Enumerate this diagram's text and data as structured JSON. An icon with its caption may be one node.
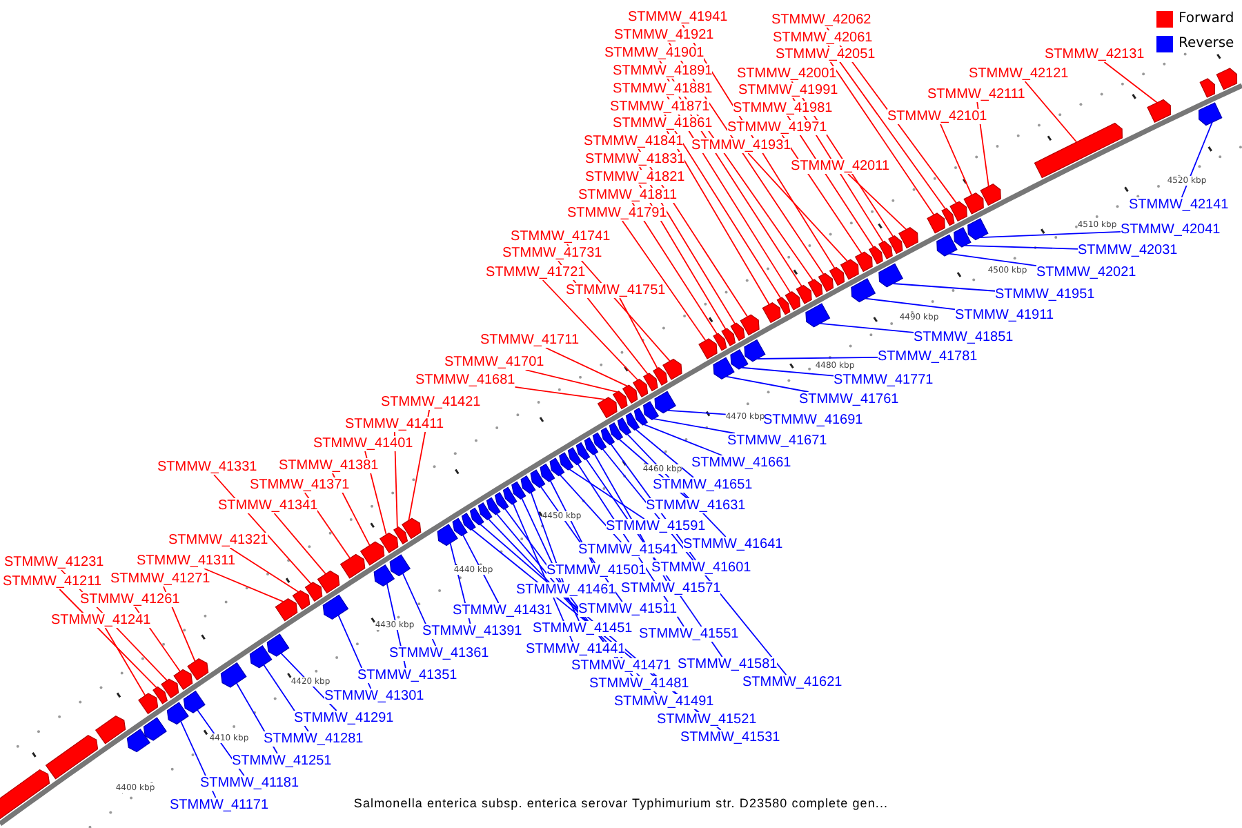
{
  "diagram": {
    "caption": "Salmonella enterica subsp. enterica serovar Typhimurium str. D23580 complete gen...",
    "nodes": [
      {
        "text": [
          "STMMW_41941"
        ]
      },
      {
        "text": [
          "STMMW_42062"
        ]
      },
      {
        "text": [
          "STMMW_41921"
        ]
      },
      {
        "text": [
          "STMMW_42061"
        ]
      },
      {
        "text": [
          "STMMW_41901"
        ]
      },
      {
        "text": [
          "STMMW_42131"
        ]
      },
      {
        "text": [
          "STMMW_42051"
        ]
      },
      {
        "text": [
          "STMMW_41891"
        ]
      },
      {
        "text": [
          "STMMW_42001"
        ]
      },
      {
        "text": [
          "STMMW_42121"
        ]
      },
      {
        "text": [
          "STMMW_41881"
        ]
      },
      {
        "text": [
          "STMMW_41991"
        ]
      },
      {
        "text": [
          "STMMW_42111"
        ]
      },
      {
        "text": [
          "STMMW_41871"
        ]
      },
      {
        "text": [
          "STMMW_41981"
        ]
      },
      {
        "text": [
          "STMMW_42101"
        ]
      },
      {
        "text": [
          "STMMW_41861"
        ]
      },
      {
        "text": [
          "STMMW_41971"
        ]
      },
      {
        "text": [
          "STMMW_41841"
        ]
      },
      {
        "text": [
          "STMMW_41931"
        ]
      },
      {
        "text": [
          "STMMW_41831"
        ]
      },
      {
        "text": [
          "STMMW_42011"
        ]
      },
      {
        "text": [
          "STMMW_41821"
        ]
      },
      {
        "text": [
          "STMMW_41811"
        ]
      },
      {
        "text": [
          "STMMW_42141"
        ]
      },
      {
        "text": [
          "STMMW_41791"
        ]
      },
      {
        "text": [
          "STMMW_42041"
        ]
      },
      {
        "text": [
          "STMMW_41741"
        ]
      },
      {
        "text": [
          "STMMW_42031"
        ]
      },
      {
        "text": [
          "STMMW_41731"
        ]
      },
      {
        "text": [
          "STMMW_42021"
        ]
      },
      {
        "text": [
          "STMMW_41721"
        ]
      },
      {
        "text": [
          "STMMW_41751"
        ]
      },
      {
        "text": [
          "STMMW_41951"
        ]
      },
      {
        "text": [
          "STMMW_41911"
        ]
      },
      {
        "text": [
          "STMMW_41851"
        ]
      },
      {
        "text": [
          "STMMW_41711"
        ]
      },
      {
        "text": [
          "STMMW_41781"
        ]
      },
      {
        "text": [
          "STMMW_41701"
        ]
      },
      {
        "text": [
          "STMMW_41771"
        ]
      },
      {
        "text": [
          "STMMW_41681"
        ]
      },
      {
        "text": [
          "STMMW_41761"
        ]
      },
      {
        "text": [
          "STMMW_41421"
        ]
      },
      {
        "text": [
          "STMMW_41691"
        ]
      },
      {
        "text": [
          "STMMW_41411"
        ]
      },
      {
        "text": [
          "STMMW_41671"
        ]
      },
      {
        "text": [
          "STMMW_41401"
        ]
      },
      {
        "text": [
          "STMMW_41661"
        ]
      },
      {
        "text": [
          "STMMW_41381"
        ]
      },
      {
        "text": [
          "STMMW_41331"
        ]
      },
      {
        "text": [
          "STMMW_41651"
        ]
      },
      {
        "text": [
          "STMMW_41371"
        ]
      },
      {
        "text": [
          "STMMW_41341"
        ]
      },
      {
        "text": [
          "STMMW_41631"
        ]
      },
      {
        "text": [
          "STMMW_41591"
        ]
      },
      {
        "text": [
          "STMMW_41321"
        ]
      },
      {
        "text": [
          "STMMW_41641"
        ]
      },
      {
        "text": [
          "STMMW_41541"
        ]
      },
      {
        "text": [
          "STMMW_41311"
        ]
      },
      {
        "text": [
          "STMMW_41231"
        ]
      },
      {
        "text": [
          "STMMW_41601"
        ]
      },
      {
        "text": [
          "STMMW_41501"
        ]
      },
      {
        "text": [
          "STMMW_41271"
        ]
      },
      {
        "text": [
          "STMMW_41211"
        ]
      },
      {
        "text": [
          "STMMW_41571"
        ]
      },
      {
        "text": [
          "STMMW_41461"
        ]
      },
      {
        "text": [
          "STMMW_41261"
        ]
      },
      {
        "text": [
          "STMMW_41511"
        ]
      },
      {
        "text": [
          "STMMW_41431"
        ]
      },
      {
        "text": [
          "STMMW_41241"
        ]
      },
      {
        "text": [
          "STMMW_41451"
        ]
      },
      {
        "text": [
          "STMMW_41391"
        ]
      },
      {
        "text": [
          "STMMW_41551"
        ]
      },
      {
        "text": [
          "STMMW_41441"
        ]
      },
      {
        "text": [
          "STMMW_41361"
        ]
      },
      {
        "text": [
          "STMMW_41581"
        ]
      },
      {
        "text": [
          "STMMW_41471"
        ]
      },
      {
        "text": [
          "STMMW_41351"
        ]
      },
      {
        "text": [
          "STMMW_41481"
        ]
      },
      {
        "text": [
          "STMMW_41621"
        ]
      },
      {
        "text": [
          "STMMW_41301"
        ]
      },
      {
        "text": [
          "STMMW_41491"
        ]
      },
      {
        "text": [
          "STMMW_41291"
        ]
      },
      {
        "text": [
          "STMMW_41521"
        ]
      },
      {
        "text": [
          "STMMW_41531"
        ]
      },
      {
        "text": [
          "STMMW_41281"
        ]
      },
      {
        "text": [
          "STMMW_41251"
        ]
      },
      {
        "text": [
          "STMMW_41181"
        ]
      },
      {
        "text": [
          "STMMW_41171"
        ]
      },
      {
        "text": [],
        "shape": "pentagon"
      },
      {
        "text": [],
        "shape": "pentagon"
      },
      {
        "text": [],
        "shape": "pentagon"
      },
      {
        "text": [],
        "shape": "pentagon"
      },
      {
        "text": [],
        "shape": "pentagon"
      },
      {
        "text": [],
        "shape": "pentagon"
      },
      {
        "text": [],
        "shape": "pentagon"
      },
      {
        "text": [],
        "shape": "pentagon"
      },
      {
        "text": [],
        "shape": "pentagon"
      },
      {
        "text": [],
        "shape": "pentagon"
      },
      {
        "text": [],
        "shape": "pentagon"
      },
      {
        "text": [],
        "shape": "pentagon"
      },
      {
        "text": [],
        "shape": "pentagon"
      },
      {
        "text": [],
        "shape": "pentagon"
      },
      {
        "text": [],
        "shape": "pentagon"
      },
      {
        "text": [],
        "shape": "pentagon"
      },
      {
        "text": [],
        "shape": "pentagon"
      },
      {
        "text": [],
        "shape": "pentagon"
      },
      {
        "text": [],
        "shape": "pentagon"
      },
      {
        "text": [],
        "shape": "pentagon"
      },
      {
        "text": [],
        "shape": "pentagon"
      },
      {
        "text": [],
        "shape": "pentagon"
      },
      {
        "text": [],
        "shape": "pentagon"
      },
      {
        "text": [],
        "shape": "pentagon"
      },
      {
        "text": [],
        "shape": "pentagon"
      },
      {
        "text": [],
        "shape": "pentagon"
      },
      {
        "text": [],
        "shape": "pentagon"
      },
      {
        "text": [],
        "shape": "pentagon"
      },
      {
        "text": [],
        "shape": "pentagon"
      },
      {
        "text": [],
        "shape": "pentagon"
      },
      {
        "text": [],
        "shape": "pentagon"
      },
      {
        "text": [],
        "shape": "pentagon"
      },
      {
        "text": [],
        "shape": "pentagon"
      },
      {
        "text": [],
        "shape": "pentagon"
      },
      {
        "text": [],
        "shape": "pentagon"
      },
      {
        "text": [],
        "shape": "pentagon"
      },
      {
        "text": [],
        "shape": "pentagon"
      },
      {
        "text": [],
        "shape": "pentagon"
      },
      {
        "text": [],
        "shape": "pentagon"
      },
      {
        "text": [],
        "shape": "pentagon"
      },
      {
        "text": [],
        "shape": "pentagon"
      },
      {
        "text": [],
        "shape": "pentagon"
      },
      {
        "text": [],
        "shape": "pentagon"
      },
      {
        "text": [],
        "shape": "pentagon"
      },
      {
        "text": [],
        "shape": "pentagon"
      },
      {
        "text": [],
        "shape": "pentagon"
      },
      {
        "text": [],
        "shape": "pentagon"
      },
      {
        "text": [],
        "shape": "pentagon"
      },
      {
        "text": [],
        "shape": "pentagon"
      },
      {
        "text": [],
        "shape": "pentagon"
      },
      {
        "text": [],
        "shape": "pentagon"
      },
      {
        "text": [],
        "shape": "pentagon"
      },
      {
        "text": [],
        "shape": "pentagon"
      },
      {
        "text": [],
        "shape": "pentagon"
      },
      {
        "text": [],
        "shape": "pentagon"
      },
      {
        "text": [],
        "shape": "pentagon"
      },
      {
        "text": [],
        "shape": "pentagon"
      },
      {
        "text": [],
        "shape": "pentagon"
      },
      {
        "text": [],
        "shape": "pentagon"
      },
      {
        "text": [],
        "shape": "pentagon"
      },
      {
        "text": [],
        "shape": "pentagon"
      },
      {
        "text": [],
        "shape": "pentagon"
      },
      {
        "text": [],
        "shape": "pentagon"
      },
      {
        "text": [],
        "shape": "pentagon"
      },
      {
        "text": [],
        "shape": "pentagon"
      },
      {
        "text": [],
        "shape": "pentagon"
      },
      {
        "text": [],
        "shape": "pentagon"
      },
      {
        "text": [],
        "shape": "pentagon"
      },
      {
        "text": [],
        "shape": "pentagon"
      },
      {
        "text": [],
        "shape": "pentagon"
      },
      {
        "text": [],
        "shape": "pentagon"
      },
      {
        "text": [],
        "shape": "pentagon"
      },
      {
        "text": [],
        "shape": "pentagon"
      },
      {
        "text": [],
        "shape": "pentagon"
      },
      {
        "text": [],
        "shape": "pentagon"
      },
      {
        "text": [],
        "shape": "pentagon"
      },
      {
        "text": [],
        "shape": "pentagon"
      },
      {
        "text": [],
        "shape": "pentagon"
      },
      {
        "text": [],
        "shape": "pentagon"
      },
      {
        "text": [],
        "shape": "pentagon"
      },
      {
        "text": [],
        "shape": "pentagon"
      },
      {
        "text": [],
        "shape": "pentagon"
      },
      {
        "text": [],
        "shape": "pentagon"
      },
      {
        "text": [],
        "shape": "pentagon"
      },
      {
        "text": [],
        "shape": "pentagon"
      },
      {
        "text": [],
        "shape": "pentagon"
      },
      {
        "text": [],
        "shape": "pentagon"
      },
      {
        "text": [],
        "shape": "pentagon"
      },
      {
        "text": [],
        "shape": "pentagon"
      },
      {
        "text": [],
        "shape": "pentagon"
      },
      {
        "text": [],
        "shape": "pentagon"
      },
      {
        "text": [],
        "shape": "pentagon"
      },
      {
        "text": [],
        "shape": "pentagon"
      },
      {
        "text": [],
        "shape": "pentagon"
      },
      {
        "text": [],
        "shape": "pentagon"
      },
      {
        "text": [],
        "shape": "pentagon"
      }
    ],
    "edges": [
      {
        "from": 0,
        "to": 89,
        "arrow": "none"
      },
      {
        "from": 1,
        "to": 90,
        "arrow": "none"
      },
      {
        "from": 2,
        "to": 91,
        "arrow": "none"
      },
      {
        "from": 3,
        "to": 92,
        "arrow": "none"
      },
      {
        "from": 4,
        "to": 93,
        "arrow": "none"
      },
      {
        "from": 5,
        "to": 94,
        "arrow": "none"
      },
      {
        "from": 6,
        "to": 95,
        "arrow": "none"
      },
      {
        "from": 7,
        "to": 96,
        "arrow": "none"
      },
      {
        "from": 8,
        "to": 97,
        "arrow": "none"
      },
      {
        "from": 9,
        "to": 98,
        "arrow": "none"
      },
      {
        "from": 10,
        "to": 99,
        "arrow": "none"
      },
      {
        "from": 11,
        "to": 100,
        "arrow": "none"
      },
      {
        "from": 12,
        "to": 101,
        "arrow": "none"
      },
      {
        "from": 13,
        "to": 102,
        "arrow": "none"
      },
      {
        "from": 14,
        "to": 103,
        "arrow": "none"
      },
      {
        "from": 15,
        "to": 104,
        "arrow": "none"
      },
      {
        "from": 16,
        "to": 105,
        "arrow": "none"
      },
      {
        "from": 17,
        "to": 106,
        "arrow": "none"
      },
      {
        "from": 18,
        "to": 107,
        "arrow": "none"
      },
      {
        "from": 19,
        "to": 108,
        "arrow": "none"
      },
      {
        "from": 20,
        "to": 109,
        "arrow": "none"
      },
      {
        "from": 21,
        "to": 110,
        "arrow": "none"
      },
      {
        "from": 22,
        "to": 111,
        "arrow": "none"
      },
      {
        "from": 23,
        "to": 112,
        "arrow": "none"
      },
      {
        "from": 24,
        "to": 113,
        "arrow": "none",
        "color": "#0000ff"
      },
      {
        "from": 25,
        "to": 114,
        "arrow": "none"
      },
      {
        "from": 26,
        "to": 115,
        "arrow": "none",
        "color": "#0000ff"
      },
      {
        "from": 27,
        "to": 116,
        "arrow": "none"
      },
      {
        "from": 28,
        "to": 117,
        "arrow": "none",
        "color": "#0000ff"
      },
      {
        "from": 29,
        "to": 118,
        "arrow": "none"
      },
      {
        "from": 30,
        "to": 119,
        "arrow": "none",
        "color": "#0000ff"
      },
      {
        "from": 31,
        "to": 120,
        "arrow": "none"
      },
      {
        "from": 32,
        "to": 121,
        "arrow": "none"
      },
      {
        "from": 33,
        "to": 122,
        "arrow": "none",
        "color": "#0000ff"
      },
      {
        "from": 34,
        "to": 123,
        "arrow": "none",
        "color": "#0000ff"
      },
      {
        "from": 35,
        "to": 124,
        "arrow": "none",
        "color": "#0000ff"
      },
      {
        "from": 36,
        "to": 125,
        "arrow": "none"
      },
      {
        "from": 37,
        "to": 126,
        "arrow": "none",
        "color": "#0000ff"
      },
      {
        "from": 38,
        "to": 127,
        "arrow": "none"
      },
      {
        "from": 39,
        "to": 128,
        "arrow": "none",
        "color": "#0000ff"
      },
      {
        "from": 40,
        "to": 129,
        "arrow": "none"
      },
      {
        "from": 41,
        "to": 130,
        "arrow": "none",
        "color": "#0000ff"
      },
      {
        "from": 42,
        "to": 131,
        "arrow": "none"
      },
      {
        "from": 43,
        "to": 132,
        "arrow": "none",
        "color": "#0000ff"
      },
      {
        "from": 44,
        "to": 133,
        "arrow": "none"
      },
      {
        "from": 45,
        "to": 134,
        "arrow": "none",
        "color": "#0000ff"
      },
      {
        "from": 46,
        "to": 135,
        "arrow": "none"
      },
      {
        "from": 47,
        "to": 136,
        "arrow": "none",
        "color": "#0000ff"
      },
      {
        "from": 48,
        "to": 137,
        "arrow": "none"
      },
      {
        "from": 49,
        "to": 138,
        "arrow": "none"
      },
      {
        "from": 50,
        "to": 139,
        "arrow": "none",
        "color": "#0000ff"
      },
      {
        "from": 51,
        "to": 140,
        "arrow": "none"
      },
      {
        "from": 52,
        "to": 141,
        "arrow": "none"
      },
      {
        "from": 53,
        "to": 142,
        "arrow": "none",
        "color": "#0000ff"
      },
      {
        "from": 54,
        "to": 143,
        "arrow": "none",
        "color": "#0000ff"
      },
      {
        "from": 55,
        "to": 144,
        "arrow": "none"
      },
      {
        "from": 56,
        "to": 145,
        "arrow": "none",
        "color": "#0000ff"
      },
      {
        "from": 57,
        "to": 146,
        "arrow": "none",
        "color": "#0000ff"
      },
      {
        "from": 58,
        "to": 147,
        "arrow": "none"
      },
      {
        "from": 59,
        "to": 148,
        "arrow": "none"
      },
      {
        "from": 60,
        "to": 149,
        "arrow": "none",
        "color": "#0000ff"
      },
      {
        "from": 61,
        "to": 150,
        "arrow": "none",
        "color": "#0000ff"
      },
      {
        "from": 62,
        "to": 151,
        "arrow": "none"
      },
      {
        "from": 63,
        "to": 152,
        "arrow": "none"
      },
      {
        "from": 64,
        "to": 153,
        "arrow": "none",
        "color": "#0000ff"
      },
      {
        "from": 65,
        "to": 154,
        "arrow": "none",
        "color": "#0000ff"
      },
      {
        "from": 66,
        "to": 155,
        "arrow": "none"
      },
      {
        "from": 67,
        "to": 156,
        "arrow": "none",
        "color": "#0000ff"
      },
      {
        "from": 68,
        "to": 157,
        "arrow": "none",
        "color": "#0000ff"
      },
      {
        "from": 69,
        "to": 158,
        "arrow": "none"
      },
      {
        "from": 70,
        "to": 159,
        "arrow": "none",
        "color": "#0000ff"
      },
      {
        "from": 71,
        "to": 160,
        "arrow": "none",
        "color": "#0000ff"
      },
      {
        "from": 72,
        "to": 161,
        "arrow": "none",
        "color": "#0000ff"
      },
      {
        "from": 73,
        "to": 162,
        "arrow": "none",
        "color": "#0000ff"
      },
      {
        "from": 74,
        "to": 163,
        "arrow": "none",
        "color": "#0000ff"
      },
      {
        "from": 75,
        "to": 164,
        "arrow": "none",
        "color": "#0000ff"
      },
      {
        "from": 76,
        "to": 165,
        "arrow": "none",
        "color": "#0000ff"
      },
      {
        "from": 77,
        "to": 166,
        "arrow": "none",
        "color": "#0000ff"
      },
      {
        "from": 78,
        "to": 167,
        "arrow": "none",
        "color": "#0000ff"
      },
      {
        "from": 79,
        "to": 168,
        "arrow": "none",
        "color": "#0000ff"
      },
      {
        "from": 80,
        "to": 169,
        "arrow": "none",
        "color": "#0000ff"
      },
      {
        "from": 81,
        "to": 170,
        "arrow": "none",
        "color": "#0000ff"
      },
      {
        "from": 82,
        "to": 171,
        "arrow": "none",
        "color": "#0000ff"
      },
      {
        "from": 83,
        "to": 172,
        "arrow": "none",
        "color": "#0000ff"
      },
      {
        "from": 84,
        "to": 173,
        "arrow": "none",
        "color": "#0000ff"
      },
      {
        "from": 85,
        "to": 174,
        "arrow": "none",
        "color": "#0000ff"
      },
      {
        "from": 86,
        "to": 175,
        "arrow": "none",
        "color": "#0000ff"
      },
      {
        "from": 87,
        "to": 176,
        "arrow": "none",
        "color": "#0000ff"
      },
      {
        "from": 88,
        "to": 177,
        "arrow": "none",
        "color": "#0000ff"
      }
    ],
    "labels": [
      "4400 kbp",
      "4410 kbp",
      "4420 kbp",
      "4430 kbp",
      "4440 kbp",
      "4450 kbp",
      "4460 kbp",
      "4470 kbp",
      "4480 kbp",
      "4490 kbp",
      "4500 kbp",
      "4510 kbp",
      "4520 kbp"
    ],
    "legend": [
      {
        "text": "Forward",
        "color": "#ff0000"
      },
      {
        "text": "Reverse",
        "color": "#0000ff"
      }
    ]
  }
}
